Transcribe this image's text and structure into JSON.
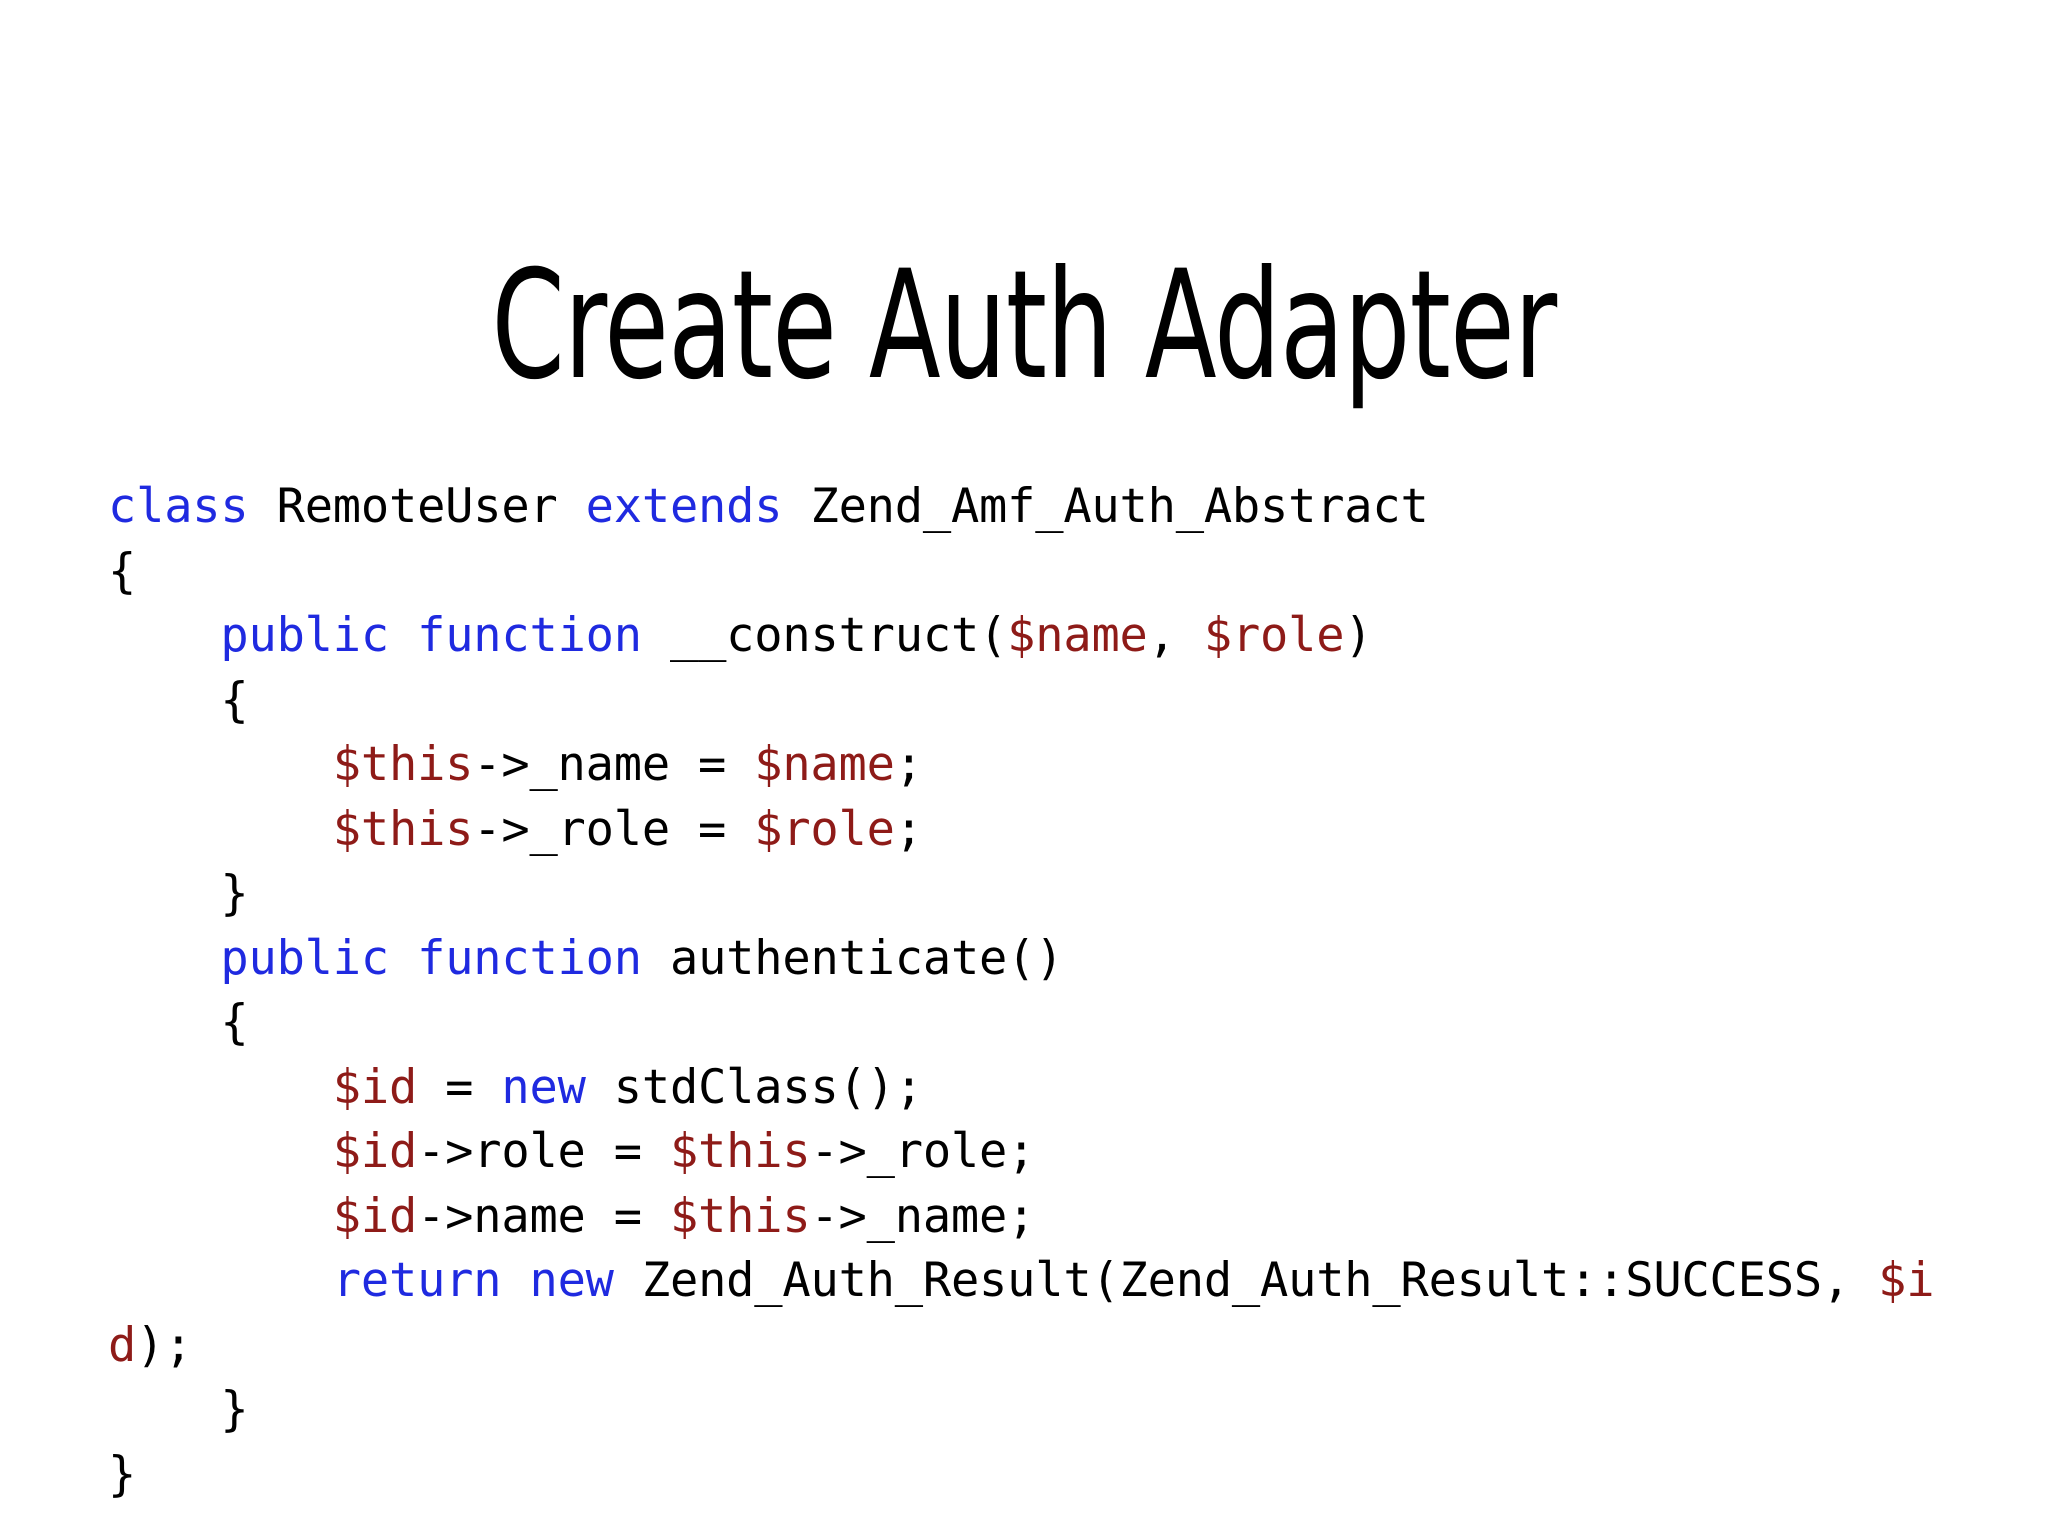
{
  "slide": {
    "title": "Create Auth Adapter",
    "background_color": "#ffffff"
  },
  "theme": {
    "keyword_color": "#1f2ae0",
    "variable_color": "#8e1b18",
    "identifier_color": "#000000",
    "title_color": "#000000"
  },
  "code": {
    "language": "php",
    "plain_text": "class RemoteUser extends Zend_Amf_Auth_Abstract\n{\n    public function __construct($name, $role)\n    {\n        $this->_name = $name;\n        $this->_role = $role;\n    }\n    public function authenticate()\n    {\n        $id = new stdClass();\n        $id->role = $this->_role;\n        $id->name = $this->_name;\n        return new Zend_Auth_Result(Zend_Auth_Result::SUCCESS, $id);\n    }\n}",
    "lines": [
      {
        "wrapped": false,
        "tokens": [
          {
            "t": "class",
            "k": "kw"
          },
          {
            "t": " ",
            "k": "op"
          },
          {
            "t": "RemoteUser",
            "k": "id"
          },
          {
            "t": " ",
            "k": "op"
          },
          {
            "t": "extends",
            "k": "kw"
          },
          {
            "t": " ",
            "k": "op"
          },
          {
            "t": "Zend_Amf_Auth_Abstract",
            "k": "id"
          }
        ]
      },
      {
        "wrapped": false,
        "tokens": [
          {
            "t": "{",
            "k": "punc"
          }
        ]
      },
      {
        "wrapped": false,
        "tokens": [
          {
            "t": "    ",
            "k": "op"
          },
          {
            "t": "public",
            "k": "kw"
          },
          {
            "t": " ",
            "k": "op"
          },
          {
            "t": "function",
            "k": "kw"
          },
          {
            "t": " ",
            "k": "op"
          },
          {
            "t": "__construct(",
            "k": "id"
          },
          {
            "t": "$name",
            "k": "var"
          },
          {
            "t": ", ",
            "k": "punc"
          },
          {
            "t": "$role",
            "k": "var"
          },
          {
            "t": ")",
            "k": "punc"
          }
        ]
      },
      {
        "wrapped": false,
        "tokens": [
          {
            "t": "    {",
            "k": "punc"
          }
        ]
      },
      {
        "wrapped": false,
        "tokens": [
          {
            "t": "        ",
            "k": "op"
          },
          {
            "t": "$this",
            "k": "var"
          },
          {
            "t": "->_name = ",
            "k": "op"
          },
          {
            "t": "$name",
            "k": "var"
          },
          {
            "t": ";",
            "k": "punc"
          }
        ]
      },
      {
        "wrapped": false,
        "tokens": [
          {
            "t": "        ",
            "k": "op"
          },
          {
            "t": "$this",
            "k": "var"
          },
          {
            "t": "->_role = ",
            "k": "op"
          },
          {
            "t": "$role",
            "k": "var"
          },
          {
            "t": ";",
            "k": "punc"
          }
        ]
      },
      {
        "wrapped": false,
        "tokens": [
          {
            "t": "    }",
            "k": "punc"
          }
        ]
      },
      {
        "wrapped": false,
        "tokens": [
          {
            "t": "    ",
            "k": "op"
          },
          {
            "t": "public",
            "k": "kw"
          },
          {
            "t": " ",
            "k": "op"
          },
          {
            "t": "function",
            "k": "kw"
          },
          {
            "t": " ",
            "k": "op"
          },
          {
            "t": "authenticate()",
            "k": "id"
          }
        ]
      },
      {
        "wrapped": false,
        "tokens": [
          {
            "t": "    {",
            "k": "punc"
          }
        ]
      },
      {
        "wrapped": false,
        "tokens": [
          {
            "t": "        ",
            "k": "op"
          },
          {
            "t": "$id",
            "k": "var"
          },
          {
            "t": " = ",
            "k": "op"
          },
          {
            "t": "new",
            "k": "kw"
          },
          {
            "t": " ",
            "k": "op"
          },
          {
            "t": "stdClass();",
            "k": "id"
          }
        ]
      },
      {
        "wrapped": false,
        "tokens": [
          {
            "t": "        ",
            "k": "op"
          },
          {
            "t": "$id",
            "k": "var"
          },
          {
            "t": "->role = ",
            "k": "op"
          },
          {
            "t": "$this",
            "k": "var"
          },
          {
            "t": "->_role;",
            "k": "op"
          }
        ]
      },
      {
        "wrapped": false,
        "tokens": [
          {
            "t": "        ",
            "k": "op"
          },
          {
            "t": "$id",
            "k": "var"
          },
          {
            "t": "->name = ",
            "k": "op"
          },
          {
            "t": "$this",
            "k": "var"
          },
          {
            "t": "->_name;",
            "k": "op"
          }
        ]
      },
      {
        "wrapped": true,
        "tokens": [
          {
            "t": "        ",
            "k": "op"
          },
          {
            "t": "return",
            "k": "kw"
          },
          {
            "t": " ",
            "k": "op"
          },
          {
            "t": "new",
            "k": "kw"
          },
          {
            "t": " ",
            "k": "op"
          },
          {
            "t": "Zend_Auth_Result(Zend_Auth_Result::SUCCESS, ",
            "k": "id"
          },
          {
            "t": "$id",
            "k": "var"
          },
          {
            "t": ");",
            "k": "punc"
          }
        ]
      },
      {
        "wrapped": false,
        "tokens": [
          {
            "t": "    }",
            "k": "punc"
          }
        ]
      },
      {
        "wrapped": false,
        "tokens": [
          {
            "t": "}",
            "k": "punc"
          }
        ]
      }
    ]
  }
}
